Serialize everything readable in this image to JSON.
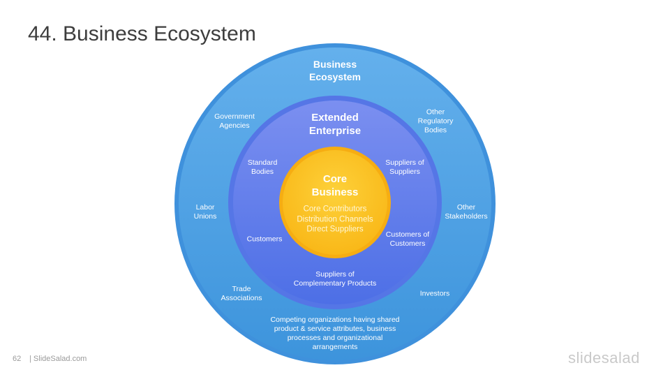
{
  "title": "44. Business Ecosystem",
  "outer_ring": {
    "title": "Business\nEcosystem",
    "labels": {
      "government": "Government\nAgencies",
      "other_regulatory": "Other\nRegulatory\nBodies",
      "labor_unions": "Labor\nUnions",
      "other_stakeholders": "Other\nStakeholders",
      "trade_associations": "Trade\nAssociations",
      "investors": "Investors",
      "competing": "Competing organizations having shared\nproduct & service attributes, business\nprocesses and organizational\narrangements"
    },
    "color": "#4a9fe4"
  },
  "middle_ring": {
    "title": "Extended\nEnterprise",
    "labels": {
      "standard_bodies": "Standard\nBodies",
      "suppliers_of_suppliers": "Suppliers of\nSuppliers",
      "customers": "Customers",
      "customers_of_customers": "Customers of\nCustomers",
      "suppliers_complementary": "Suppliers of\nComplementary Products"
    },
    "color": "#5a7fea"
  },
  "core": {
    "title": "Core\nBusiness",
    "items": [
      "Core Contributors",
      "Distribution Channels",
      "Direct Suppliers"
    ],
    "color": "#fbc02d"
  },
  "footer": {
    "page_number": "62",
    "site": "| SlideSalad.com",
    "brand": "slidesalad"
  }
}
